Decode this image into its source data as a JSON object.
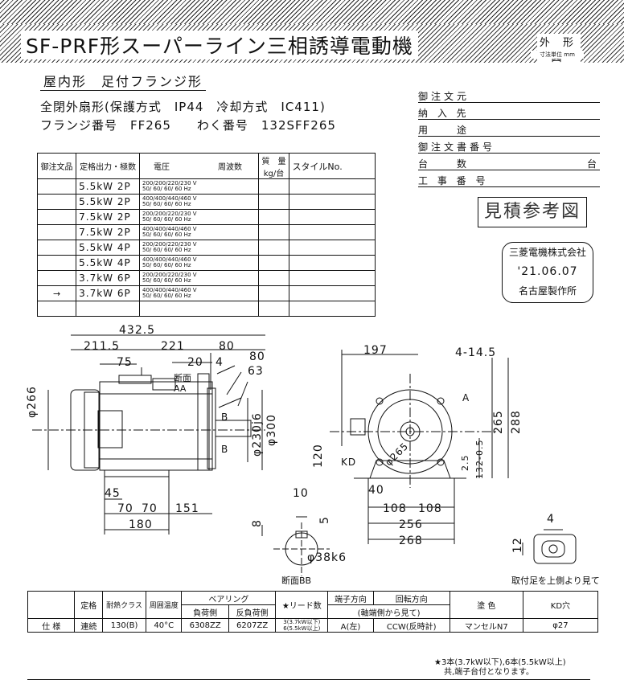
{
  "header": {
    "title": "SF-PRF形スーパーライン三相誘導電動機",
    "figure_label": "外 形 図",
    "unit_note": "寸法単位 mm"
  },
  "subtitle": "屋内形　足付フランジ形",
  "spec_line1": "全閉外扇形(保護方式　IP44　冷却方式　IC411)",
  "spec_line2": "フランジ番号　FF265　　わく番号　132SFF265",
  "order_info": {
    "rows": [
      "御注文元",
      "納 入 先",
      "用　　途",
      "御注文書番号",
      "台　　数",
      "工 事 番 号"
    ],
    "unit_suffix": "台"
  },
  "stamp_estimate": "見積参考図",
  "company_stamp": {
    "company": "三菱電機株式会社",
    "date": "'21.06.07",
    "factory": "名古屋製作所"
  },
  "model_table": {
    "headers": {
      "order": "御注文品",
      "rating": "定格出力・極数",
      "voltage": "電圧",
      "frequency": "周波数",
      "mass_top": "質　量",
      "mass_unit": "kg/台",
      "style": "スタイルNo."
    },
    "rows": [
      {
        "marker": "",
        "rating": "5.5kW 2P",
        "v": "200/200/220/230 V",
        "f": "50/ 60/ 60/ 60 Hz"
      },
      {
        "marker": "",
        "rating": "5.5kW 2P",
        "v": "400/400/440/460 V",
        "f": "50/ 60/ 60/ 60 Hz"
      },
      {
        "marker": "",
        "rating": "7.5kW 2P",
        "v": "200/200/220/230 V",
        "f": "50/ 60/ 60/ 60 Hz"
      },
      {
        "marker": "",
        "rating": "7.5kW 2P",
        "v": "400/400/440/460 V",
        "f": "50/ 60/ 60/ 60 Hz"
      },
      {
        "marker": "",
        "rating": "5.5kW 4P",
        "v": "200/200/220/230 V",
        "f": "50/ 60/ 60/ 60 Hz"
      },
      {
        "marker": "",
        "rating": "5.5kW 4P",
        "v": "400/400/440/460 V",
        "f": "50/ 60/ 60/ 60 Hz"
      },
      {
        "marker": "",
        "rating": "3.7kW 6P",
        "v": "200/200/220/230 V",
        "f": "50/ 60/ 60/ 60 Hz"
      },
      {
        "marker": "→",
        "rating": "3.7kW 6P",
        "v": "400/400/440/460 V",
        "f": "50/ 60/ 60/ 60 Hz"
      }
    ]
  },
  "dims": {
    "overall": "432.5",
    "d211": "211.5",
    "d221": "221",
    "d80a": "80",
    "d80b": "80",
    "d63": "63",
    "d75": "75",
    "d20": "20",
    "d4": "4",
    "section_aa": "断面\nAA",
    "phi266": "φ266",
    "phi230": "φ230j6",
    "phi300": "φ300",
    "d45": "45",
    "d70a": "70",
    "d70b": "70",
    "d151": "151",
    "d180": "180",
    "d197": "197",
    "holes": "4-14.5",
    "d265": "265",
    "d288": "288",
    "phi265": "φ265",
    "d120": "120",
    "d25": "2.5",
    "d132": "132-0.5",
    "d40": "40",
    "d108a": "108",
    "d108b": "108",
    "d256": "256",
    "d268": "268",
    "d10": "10",
    "d8": "8",
    "d5": "5",
    "phi38": "φ38k6",
    "section_bb": "断面BB",
    "kd": "KD",
    "d4b": "4",
    "d12": "12",
    "foot_view": "取付足を上側より見て",
    "label_a": "A",
    "label_b": "B"
  },
  "spec_table": {
    "headers": [
      "定格",
      "耐熱クラス",
      "周囲温度",
      "ベアリング",
      "負荷側",
      "反負荷側",
      "★リード数",
      "端子方向",
      "回転方向",
      "(軸端側から見て)",
      "塗 色",
      "KD穴"
    ],
    "row": {
      "label": "仕 様",
      "rating": "連続",
      "class": "130(B)",
      "temp": "40°C",
      "bearing_load": "6308ZZ",
      "bearing_anti": "6207ZZ",
      "leads": "3(3.7kW以下)\n6(5.5kW以上)",
      "terminal": "A(左)",
      "rotation": "CCW(反時計)",
      "color": "マンセルN7",
      "kd": "φ27"
    }
  },
  "footnote1": "★3本(3.7kW以下),6本(5.5kW以上)",
  "footnote2": "共,端子台付となります。"
}
